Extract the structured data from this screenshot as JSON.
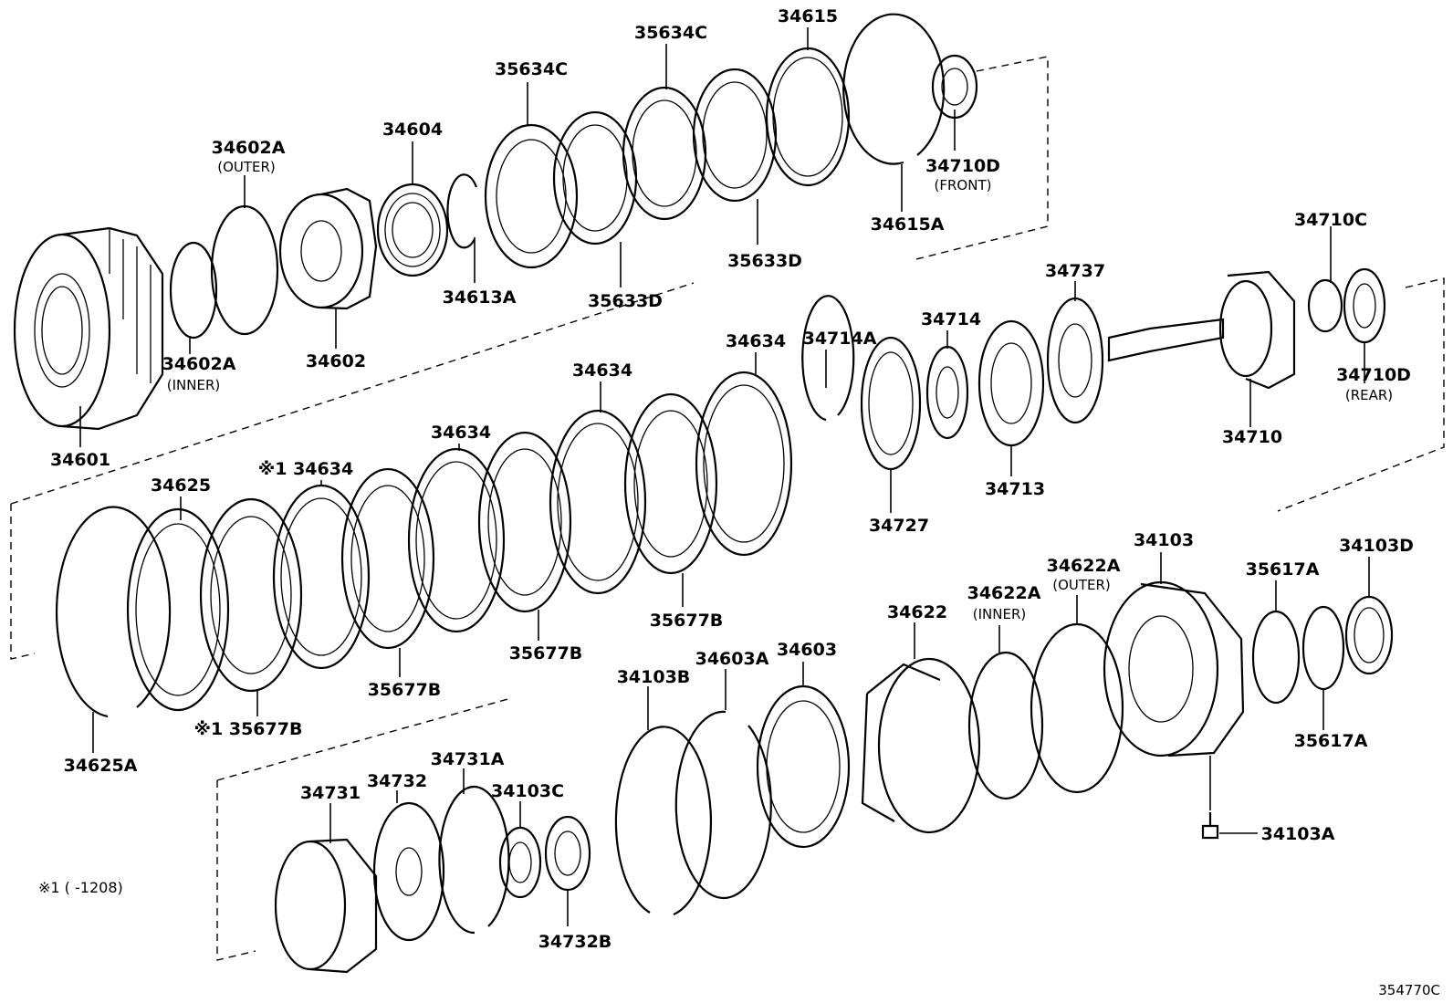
{
  "labels": {
    "p34601": "34601",
    "p34602": "34602",
    "p34602a_outer": "34602A",
    "p34602a_outer_sub": "(OUTER)",
    "p34602a_inner": "34602A",
    "p34602a_inner_sub": "(INNER)",
    "p34604": "34604",
    "p34613a": "34613A",
    "p35634c_1": "35634C",
    "p35634c_2": "35634C",
    "p35633d_1": "35633D",
    "p35633d_2": "35633D",
    "p34615": "34615",
    "p34615a": "34615A",
    "p34710d_front": "34710D",
    "p34710d_front_sub": "(FRONT)",
    "p34710c": "34710C",
    "p34737": "34737",
    "p34710d_rear": "34710D",
    "p34710d_rear_sub": "(REAR)",
    "p34710": "34710",
    "p34714": "34714",
    "p34714a": "34714A",
    "p34713": "34713",
    "p34727": "34727",
    "p34634_1": "34634",
    "p34634_2": "34634",
    "p34634_3": "34634",
    "p34634_4": "※1 34634",
    "p34625": "34625",
    "p34625a": "34625A",
    "p35677b_1": "※1 35677B",
    "p35677b_2": "35677B",
    "p35677b_3": "35677B",
    "p35677b_4": "35677B",
    "p34103": "34103",
    "p34103d": "34103D",
    "p35617a_1": "35617A",
    "p35617a_2": "35617A",
    "p34622a_outer": "34622A",
    "p34622a_outer_sub": "(OUTER)",
    "p34622a_inner": "34622A",
    "p34622a_inner_sub": "(INNER)",
    "p34622": "34622",
    "p34603": "34603",
    "p34603a": "34603A",
    "p34103b": "34103B",
    "p34103a": "34103A",
    "p34731": "34731",
    "p34732": "34732",
    "p34731a": "34731A",
    "p34103c": "34103C",
    "p34732b": "34732B"
  },
  "footnote": "※1 (       -1208)",
  "diagram_code": "354770C"
}
